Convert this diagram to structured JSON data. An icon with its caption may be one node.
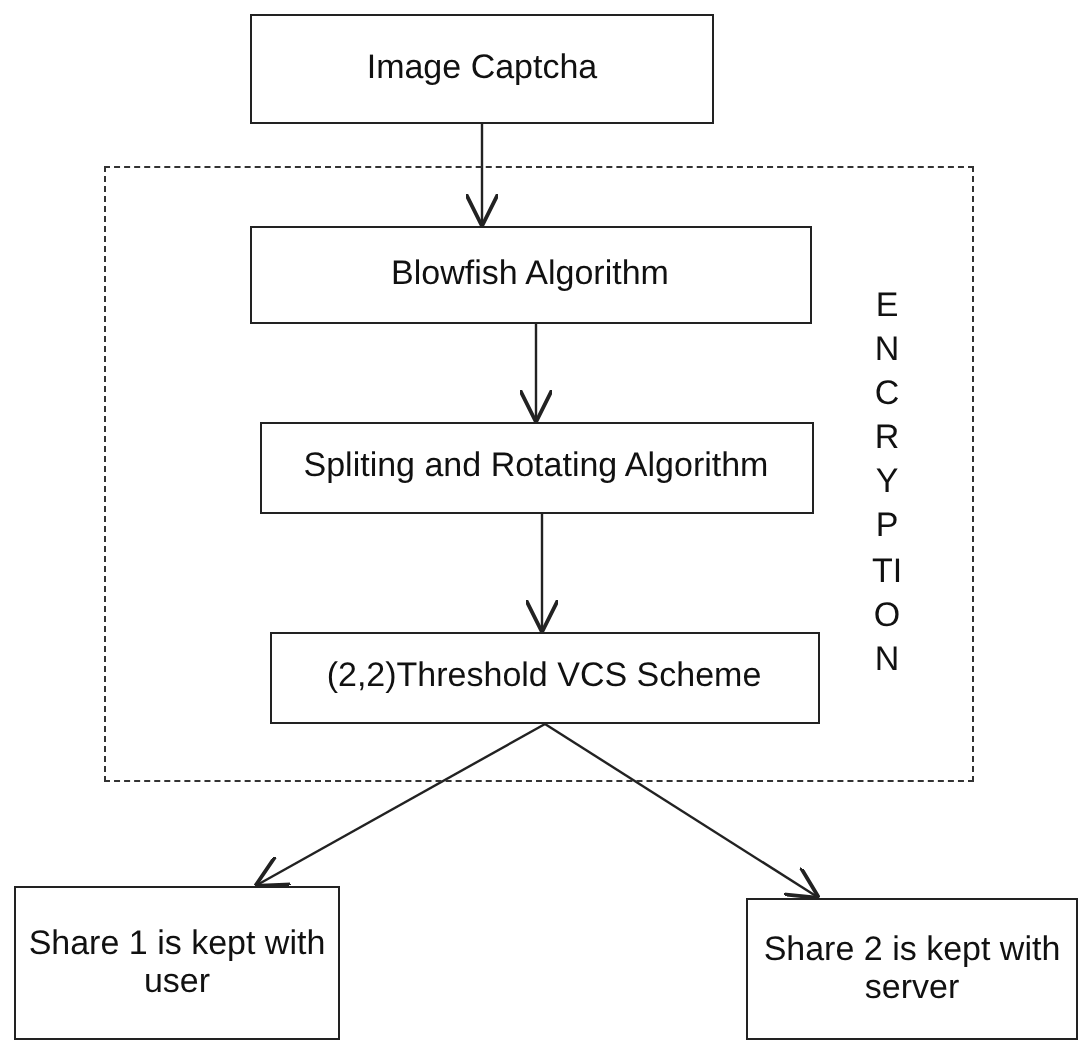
{
  "diagram": {
    "nodes": [
      {
        "text": [
          "Image Captcha"
        ]
      },
      {
        "text": [
          "ENCRYPTION"
        ]
      },
      {
        "text": [
          "Blowfish Algorithm"
        ],
        "in": 1
      },
      {
        "text": [
          "Spliting and Rotating Algorithm"
        ],
        "in": 1
      },
      {
        "text": [
          "(2,2)Threshold VCS Scheme"
        ],
        "in": 1
      },
      {
        "text": [
          "Share 1 is kept with user"
        ]
      },
      {
        "text": [
          "Share 2 is kept with server"
        ]
      }
    ],
    "edges": [
      {
        "from": 0,
        "to": 2,
        "arrow": "to"
      },
      {
        "from": 2,
        "to": 3,
        "arrow": "to"
      },
      {
        "from": 3,
        "to": 4,
        "arrow": "to"
      },
      {
        "from": 4,
        "to": 5,
        "arrow": "to"
      },
      {
        "from": 4,
        "to": 6,
        "arrow": "to"
      }
    ]
  }
}
